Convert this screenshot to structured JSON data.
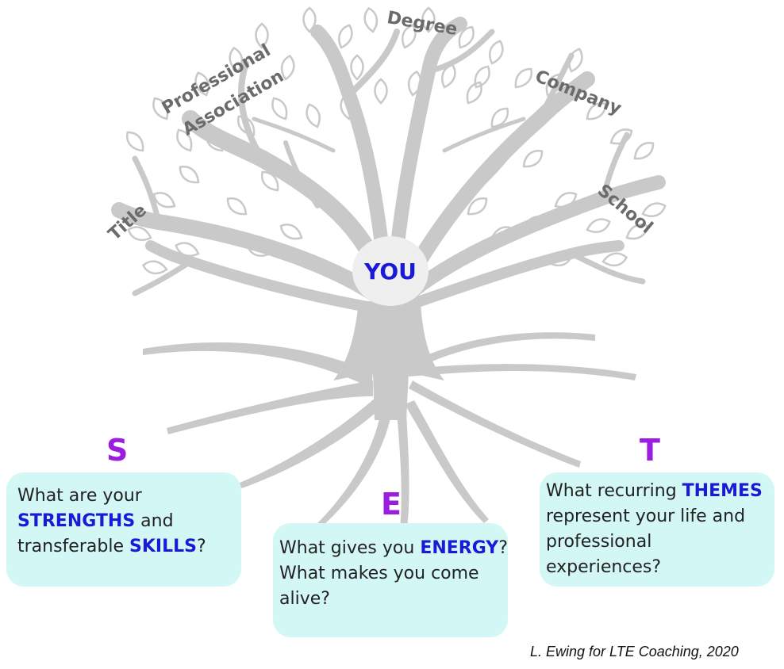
{
  "branches": {
    "title": "Title",
    "professional": "Professional",
    "association": "Association",
    "degree": "Degree",
    "company": "Company",
    "school": "School"
  },
  "center": {
    "label": "YOU"
  },
  "letters": {
    "s": "S",
    "e": "E",
    "t": "T"
  },
  "boxes": {
    "strengths": {
      "line1": "What are your",
      "strengths": "STRENGTHS",
      "and": " and",
      "line3a": "transferable ",
      "skills": "SKILLS",
      "q": "?"
    },
    "energy": {
      "line1a": "What gives you ",
      "energy": "ENERGY",
      "q": "?",
      "line2": "What makes you come",
      "line3": "alive?"
    },
    "themes": {
      "line1a": "What recurring ",
      "themes": "THEMES",
      "line2": "represent your life and",
      "line3": "professional",
      "line4": "experiences?"
    }
  },
  "credit": "L. Ewing for LTE Coaching, 2020",
  "colors": {
    "tree": "#c9c9c9",
    "accent": "#9b1de0",
    "highlight": "#1a1ad6",
    "box": "#d3f7f5"
  }
}
